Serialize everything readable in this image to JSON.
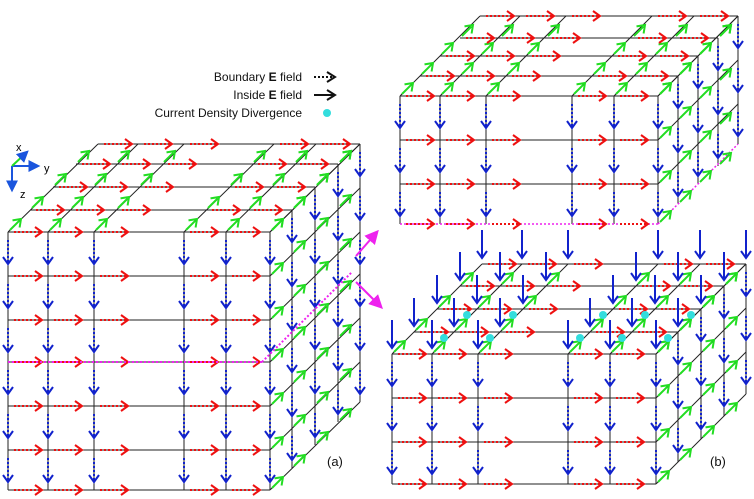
{
  "legend": {
    "boundary": {
      "pre": "Boundary ",
      "bold": "E",
      "post": " field"
    },
    "inside": {
      "pre": "Inside ",
      "bold": "E",
      "post": " field"
    },
    "divergence": "Current Density Divergence"
  },
  "axes": {
    "x": "x",
    "y": "y",
    "z": "z"
  },
  "captions": {
    "a": "(a)",
    "b": "(b)"
  },
  "colors": {
    "grid": "#222222",
    "x_arrow": "#22dd22",
    "y_arrow": "#ee1111",
    "z_arrow": "#1122cc",
    "cut": "#ee22ee",
    "divergence_dot": "#33dddd",
    "axis": "#1a55dd"
  }
}
